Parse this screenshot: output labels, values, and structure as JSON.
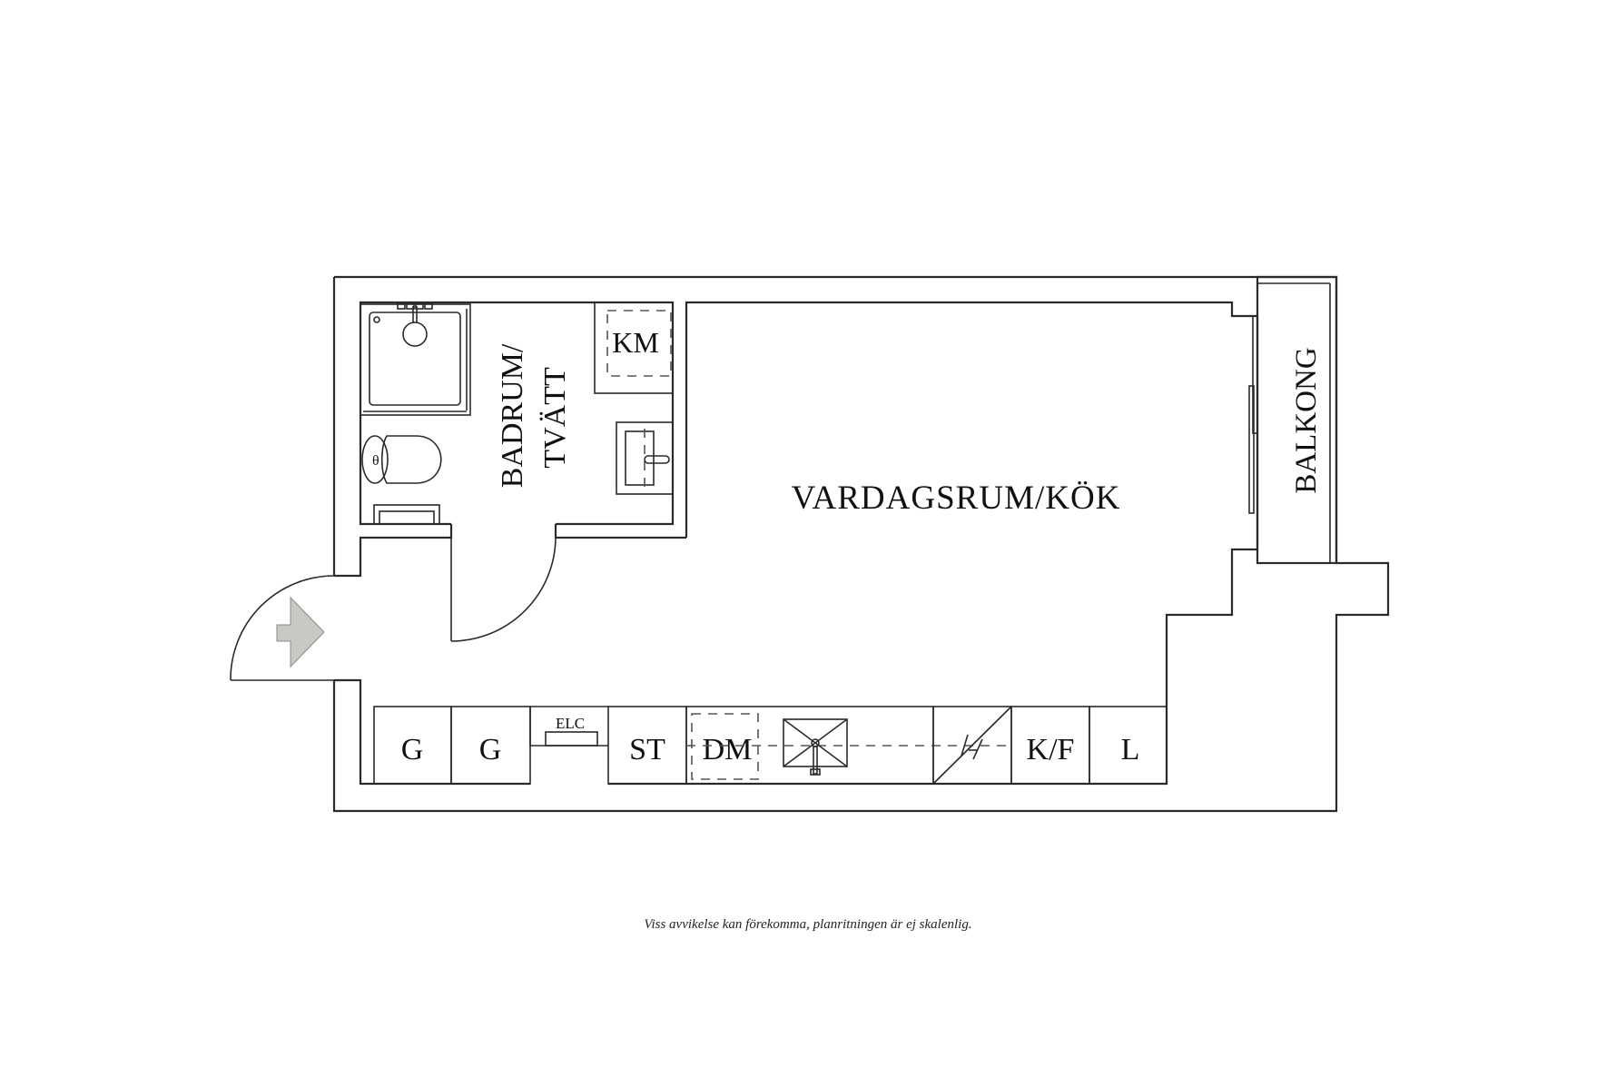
{
  "plan": {
    "rooms": {
      "bathroom_line1": "BADRUM/",
      "bathroom_line2": "TVÄTT",
      "living": "VARDAGSRUM/KÖK",
      "balcony": "BALKONG"
    },
    "fixtures": {
      "washing_machine": "KM",
      "wardrobe_1": "G",
      "wardrobe_2": "G",
      "electrical_panel": "ELC",
      "stove": "ST",
      "dishwasher": "DM",
      "fridge_freezer": "K/F",
      "cabinet": "L"
    },
    "entry_arrow_color": "#c8c8c4",
    "line_color": "#2a2a2a"
  },
  "footer": {
    "disclaimer": "Viss avvikelse kan förekomma, planritningen är ej skalenlig."
  }
}
